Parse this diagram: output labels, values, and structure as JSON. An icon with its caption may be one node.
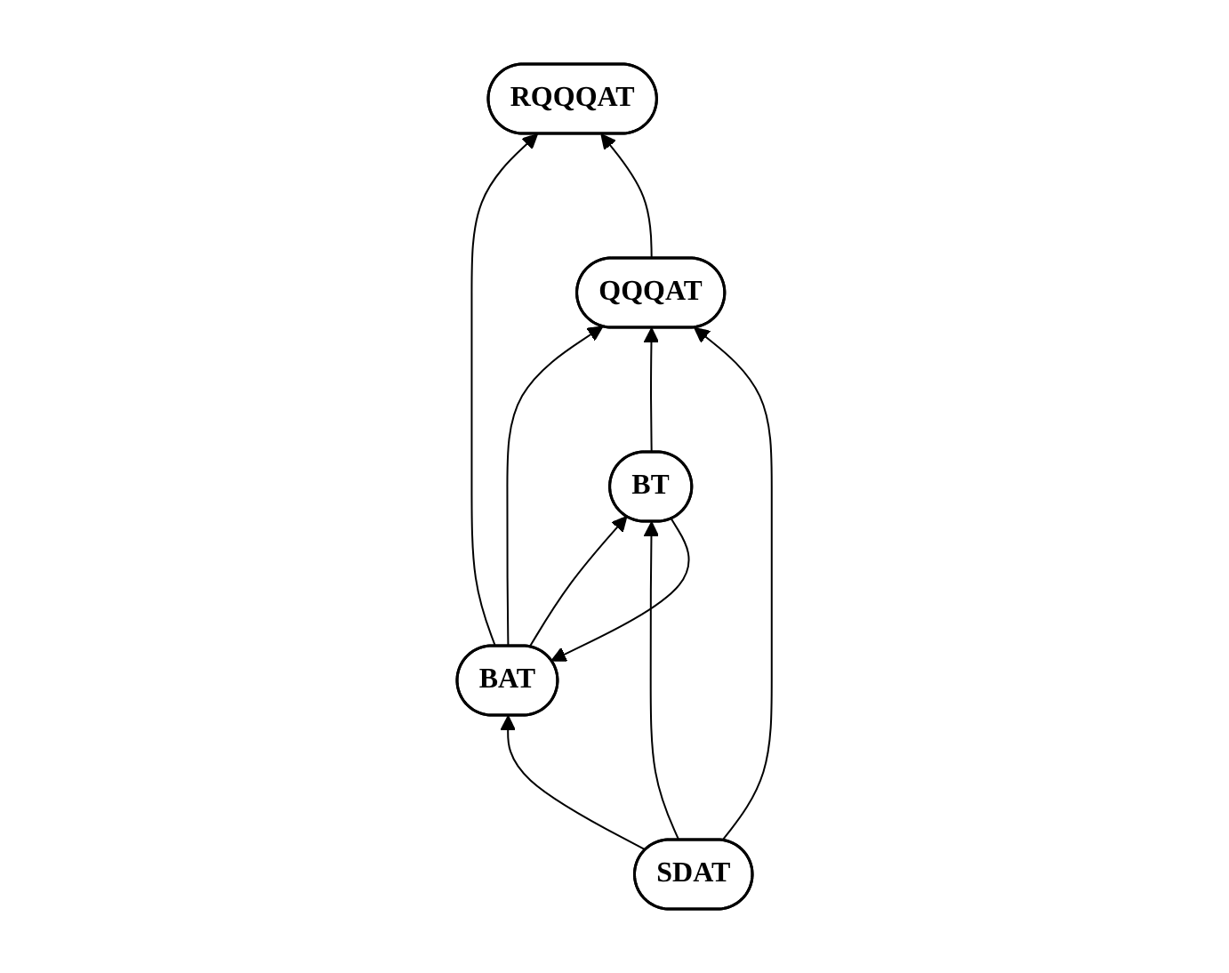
{
  "diagram": {
    "nodes": [
      {
        "text": [
          "RQQQAT"
        ]
      },
      {
        "text": [
          "BAT"
        ]
      },
      {
        "text": [
          "QQQAT"
        ]
      },
      {
        "text": [
          "BT"
        ]
      },
      {
        "text": [
          "SDAT"
        ]
      }
    ],
    "edges": [
      {
        "from": 1,
        "to": 0,
        "arrow": "to"
      },
      {
        "from": 2,
        "to": 0,
        "arrow": "to"
      },
      {
        "from": 1,
        "to": 2,
        "arrow": "to"
      },
      {
        "from": 4,
        "to": 1,
        "arrow": "to"
      },
      {
        "from": 3,
        "to": 2,
        "arrow": "to"
      },
      {
        "from": 3,
        "to": 1,
        "arrow": "to"
      },
      {
        "from": 1,
        "to": 3,
        "arrow": "to"
      },
      {
        "from": 4,
        "to": 2,
        "arrow": "to"
      },
      {
        "from": 4,
        "to": 3,
        "arrow": "to"
      }
    ]
  }
}
